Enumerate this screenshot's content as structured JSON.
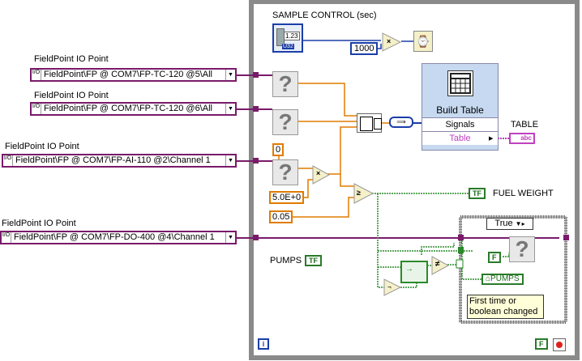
{
  "sample_control": {
    "label": "SAMPLE CONTROL (sec)",
    "icon_text": "1.23",
    "icon_sub": "U32"
  },
  "constants": {
    "ms": "1000",
    "zero": "0",
    "scale": "5.0E+0",
    "threshold": "0.05"
  },
  "fieldpoint_label": "FieldPoint IO Point",
  "io_points": [
    {
      "value": "FieldPoint\\FP @ COM7\\FP-TC-120 @5\\All"
    },
    {
      "value": "FieldPoint\\FP @ COM7\\FP-TC-120 @6\\All"
    },
    {
      "value": "FieldPoint\\FP @ COM7\\FP-AI-110 @2\\Channel 1"
    },
    {
      "value": "FieldPoint\\FP @ COM7\\FP-DO-400 @4\\Channel 1"
    }
  ],
  "build_table": {
    "title": "Build Table",
    "signals": "Signals",
    "table": "Table"
  },
  "indicators": {
    "table": "TABLE",
    "fuel_weight": "FUEL WEIGHT",
    "tf": "TF",
    "abc": "abc"
  },
  "pumps": {
    "label": "PUMPS",
    "tf": "TF",
    "local": "PUMPS"
  },
  "case": {
    "selector": "True",
    "f": "F",
    "comment": "First time or boolean changed"
  },
  "stop": {
    "f": "F"
  },
  "info_icon": "i",
  "question": "?"
}
